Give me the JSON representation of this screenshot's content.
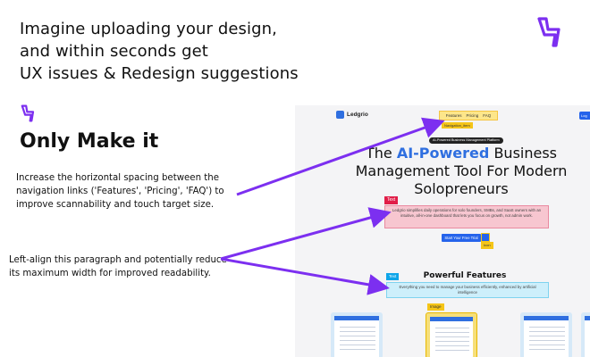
{
  "headline": {
    "line1": "Imagine uploading your design,",
    "line2": "and within seconds get",
    "line3": "UX issues & Redesign suggestions"
  },
  "section_title": "Only Make it",
  "notes": [
    "Increase the horizontal spacing between the navigation links ('Features', 'Pricing', 'FAQ') to improve scannability and touch target size.",
    "Left-align this paragraph and potentially reduce its maximum width for improved readability."
  ],
  "preview": {
    "brand": "Ledgrio",
    "login_label": "Log",
    "nav": [
      "Features",
      "Pricing",
      "FAQ"
    ],
    "nav_tag": "Navigation_item",
    "badge": "AI-Powered Business Management Platform",
    "hero_before": "The ",
    "hero_accent": "AI-Powered",
    "hero_after": " Business Management Tool For Modern Solopreneurs",
    "paragraph_tag": "Text",
    "paragraph": "Ledgrio simplifies daily operations for solo founders, SMBs, and SaaS owners with an intuitive, all-in-one dashboard that lets you focus on growth, not admin work.",
    "cta_label": "Start Your Free Trial",
    "cta_tag": "Icon",
    "features_tag": "Text",
    "features_title": "Powerful Features",
    "features_sub": "Everything you need to manage your business efficiently, enhanced by artificial intelligence",
    "image_tag": "Image"
  },
  "colors": {
    "accent_purple": "#7c2ff0",
    "brand_blue": "#2f6fe0",
    "highlight_yellow": "#f5c518",
    "highlight_red": "#e11d48",
    "highlight_cyan": "#0ea5e9"
  },
  "icons": [
    "lightning-logo-icon",
    "lightning-logo-small-icon",
    "ledgrio-logo-icon"
  ]
}
